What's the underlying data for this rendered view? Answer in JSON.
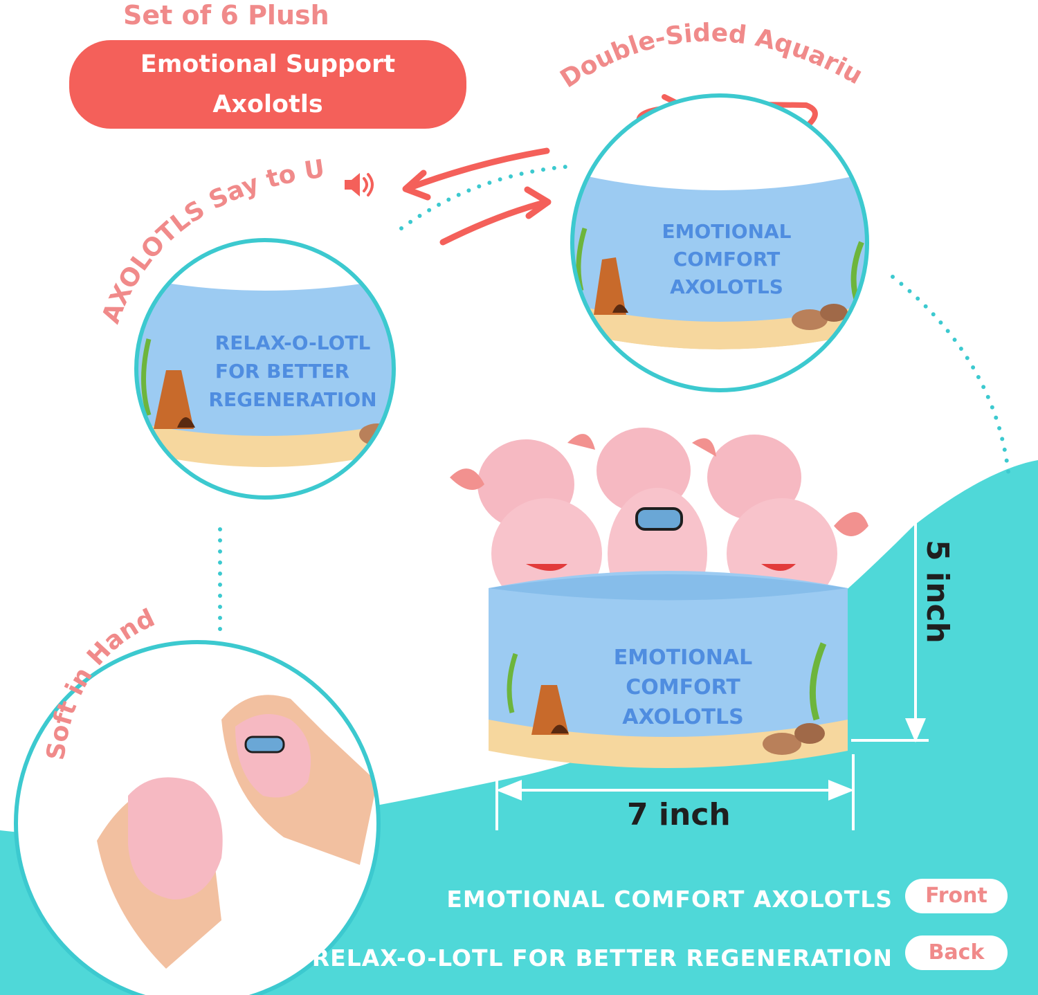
{
  "header": {
    "set_label": "Set of 6 Plush",
    "title_line1": "Emotional Support",
    "title_line2": "Axolotls"
  },
  "features": {
    "double_sided": "Double-Sided Aquarium",
    "say_to_u": "AXOLOTLS Say to U",
    "soft_in_hand": "Soft in Hand"
  },
  "aquarium_texts": {
    "back_line1": "RELAX-O-LOTL",
    "back_line2": "FOR BETTER",
    "back_line3": "REGENERATION",
    "front_line1": "EMOTIONAL",
    "front_line2": "COMFORT",
    "front_line3": "AXOLOTLS"
  },
  "dimensions": {
    "height": "5 inch",
    "width": "7 inch"
  },
  "sides": {
    "front_text": "EMOTIONAL COMFORT AXOLOTLS",
    "front_label": "Front",
    "back_text": "RELAX-O-LOTL FOR BETTER REGENERATION",
    "back_label": "Back"
  },
  "icons": {
    "speaker": "speaker-icon",
    "rotate": "rotate-arrows-icon",
    "swap": "swap-arrows-icon"
  },
  "colors": {
    "accent_red": "#f4605a",
    "salmon_text": "#f08a8a",
    "teal_wave": "#4fd8d8",
    "ring_teal": "#3cc9cf",
    "aquarium_blue": "#9ccbf2",
    "sand": "#f6d79e",
    "axolotl_pink": "#f6b9c2"
  }
}
